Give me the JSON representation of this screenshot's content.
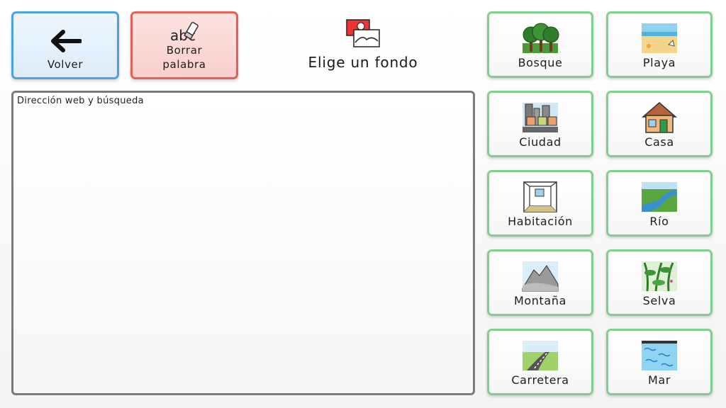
{
  "toolbar": {
    "back_label": "Volver",
    "delete_word_label": "Borrar palabra"
  },
  "header": {
    "title": "Elige un fondo"
  },
  "text_area": {
    "placeholder": "Dirección web y búsqueda",
    "value": ""
  },
  "backgrounds": [
    {
      "label": "Bosque",
      "icon": "forest-icon"
    },
    {
      "label": "Playa",
      "icon": "beach-icon"
    },
    {
      "label": "Ciudad",
      "icon": "city-icon"
    },
    {
      "label": "Casa",
      "icon": "house-icon"
    },
    {
      "label": "Habitación",
      "icon": "room-icon"
    },
    {
      "label": "Río",
      "icon": "river-icon"
    },
    {
      "label": "Montaña",
      "icon": "mountain-icon"
    },
    {
      "label": "Selva",
      "icon": "jungle-icon"
    },
    {
      "label": "Carretera",
      "icon": "road-icon"
    },
    {
      "label": "Mar",
      "icon": "sea-icon"
    }
  ],
  "colors": {
    "back_border": "#4aa3df",
    "delete_border": "#e4605a",
    "tile_border": "#7fcf8e",
    "text_area_border": "#7a7a7a"
  }
}
